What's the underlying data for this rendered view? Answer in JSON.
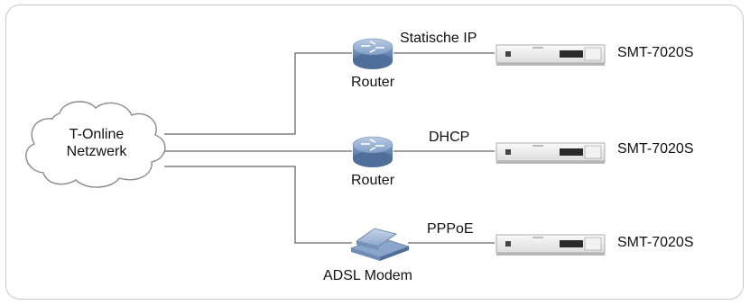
{
  "cloud": {
    "line1": "T-Online",
    "line2": "Netzwerk"
  },
  "connections": [
    {
      "device": "Router",
      "protocol": "Statische IP",
      "receiver": "SMT-7020S"
    },
    {
      "device": "Router",
      "protocol": "DHCP",
      "receiver": "SMT-7020S"
    },
    {
      "device": "ADSL Modem",
      "protocol": "PPPoE",
      "receiver": "SMT-7020S"
    }
  ],
  "colors": {
    "router_blue": "#7f9fc7",
    "frame": "#c8c8c8",
    "line": "#555555"
  }
}
